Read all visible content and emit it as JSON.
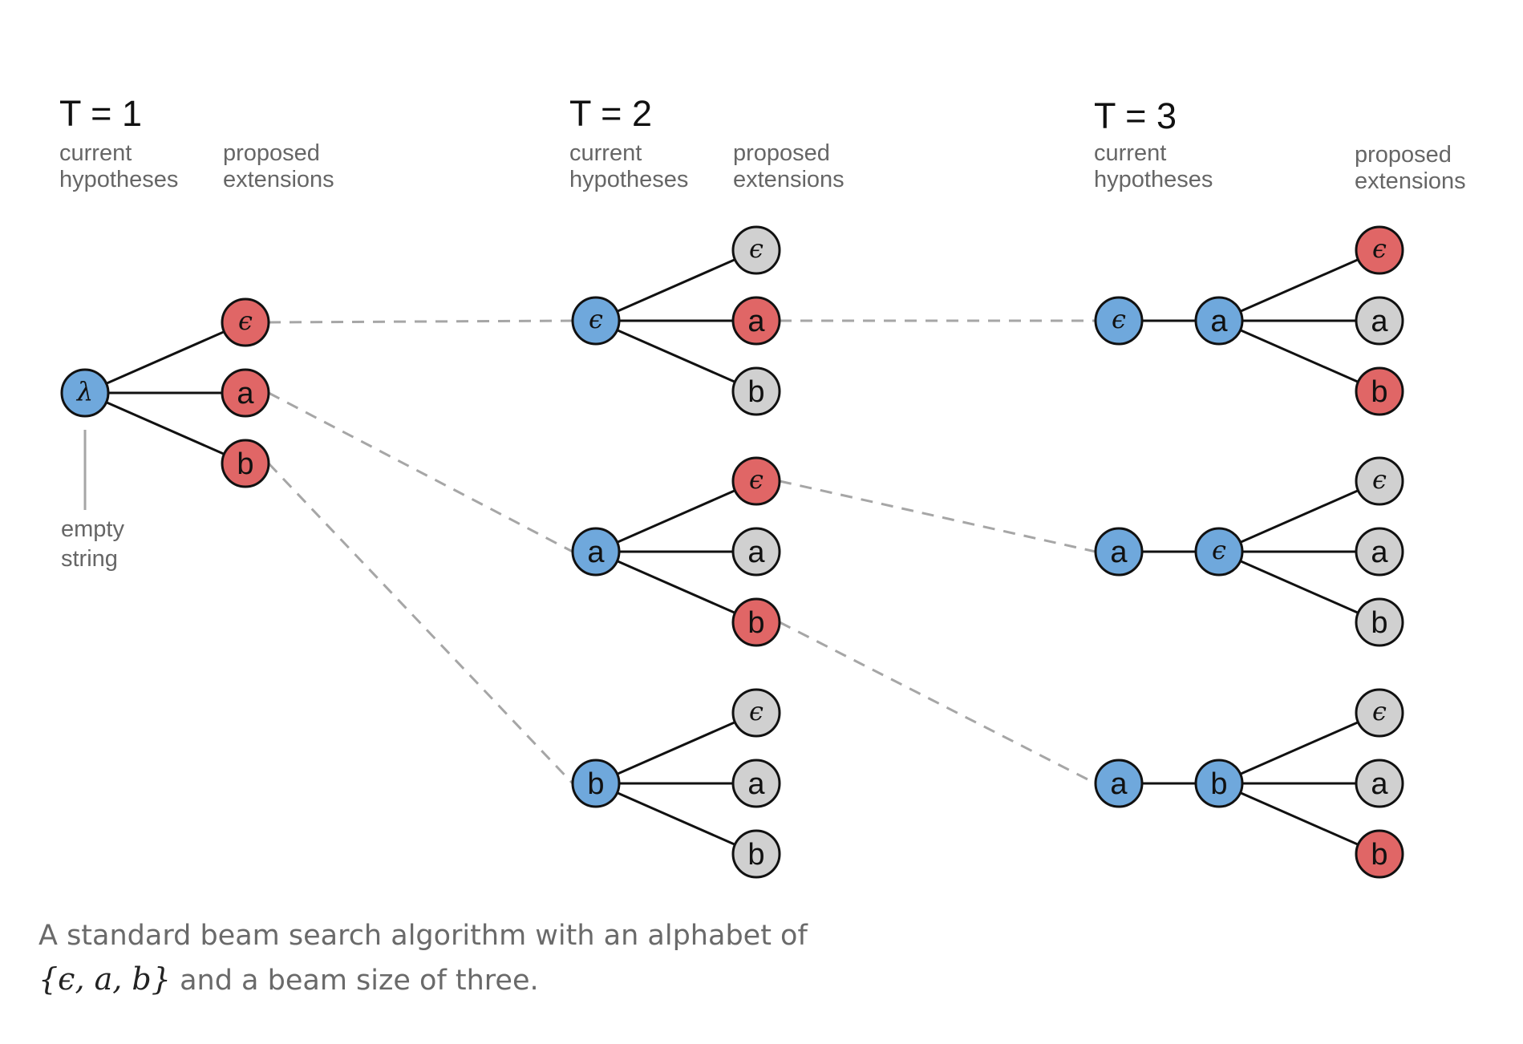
{
  "colors": {
    "current_fill": "#6fa8dc",
    "selected_fill": "#e06666",
    "rejected_fill": "#d0d0d0",
    "edge": "#111111",
    "dashed_link": "#a6a6a6"
  },
  "steps": [
    {
      "title": "T = 1",
      "current_label": [
        "current",
        "hypotheses"
      ],
      "proposed_label": [
        "proposed",
        "extensions"
      ]
    },
    {
      "title": "T = 2",
      "current_label": [
        "current",
        "hypotheses"
      ],
      "proposed_label": [
        "proposed",
        "extensions"
      ]
    },
    {
      "title": "T = 3",
      "current_label": [
        "current",
        "hypotheses"
      ],
      "proposed_label": [
        "proposed",
        "extensions"
      ]
    }
  ],
  "annotation": [
    "empty",
    "string"
  ],
  "trees": [
    {
      "step": 1,
      "prefix": [],
      "root": {
        "label": "λ",
        "math": true
      },
      "extensions": [
        {
          "label": "ϵ",
          "math": true,
          "state": "selected"
        },
        {
          "label": "a",
          "math": false,
          "state": "selected"
        },
        {
          "label": "b",
          "math": false,
          "state": "selected"
        }
      ]
    },
    {
      "step": 2,
      "prefix": [],
      "root": {
        "label": "ϵ",
        "math": true
      },
      "extensions": [
        {
          "label": "ϵ",
          "math": true,
          "state": "rejected"
        },
        {
          "label": "a",
          "math": false,
          "state": "selected"
        },
        {
          "label": "b",
          "math": false,
          "state": "rejected"
        }
      ]
    },
    {
      "step": 2,
      "prefix": [],
      "root": {
        "label": "a",
        "math": false
      },
      "extensions": [
        {
          "label": "ϵ",
          "math": true,
          "state": "selected"
        },
        {
          "label": "a",
          "math": false,
          "state": "rejected"
        },
        {
          "label": "b",
          "math": false,
          "state": "selected"
        }
      ]
    },
    {
      "step": 2,
      "prefix": [],
      "root": {
        "label": "b",
        "math": false
      },
      "extensions": [
        {
          "label": "ϵ",
          "math": true,
          "state": "rejected"
        },
        {
          "label": "a",
          "math": false,
          "state": "rejected"
        },
        {
          "label": "b",
          "math": false,
          "state": "rejected"
        }
      ]
    },
    {
      "step": 3,
      "prefix": [
        {
          "label": "ϵ",
          "math": true
        }
      ],
      "root": {
        "label": "a",
        "math": false
      },
      "extensions": [
        {
          "label": "ϵ",
          "math": true,
          "state": "selected"
        },
        {
          "label": "a",
          "math": false,
          "state": "rejected"
        },
        {
          "label": "b",
          "math": false,
          "state": "selected"
        }
      ]
    },
    {
      "step": 3,
      "prefix": [
        {
          "label": "a",
          "math": false
        }
      ],
      "root": {
        "label": "ϵ",
        "math": true
      },
      "extensions": [
        {
          "label": "ϵ",
          "math": true,
          "state": "rejected"
        },
        {
          "label": "a",
          "math": false,
          "state": "rejected"
        },
        {
          "label": "b",
          "math": false,
          "state": "rejected"
        }
      ]
    },
    {
      "step": 3,
      "prefix": [
        {
          "label": "a",
          "math": false
        }
      ],
      "root": {
        "label": "b",
        "math": false
      },
      "extensions": [
        {
          "label": "ϵ",
          "math": true,
          "state": "rejected"
        },
        {
          "label": "a",
          "math": false,
          "state": "rejected"
        },
        {
          "label": "b",
          "math": false,
          "state": "selected"
        }
      ]
    }
  ],
  "links": [
    {
      "from": [
        0,
        0
      ],
      "to": 1
    },
    {
      "from": [
        0,
        1
      ],
      "to": 2
    },
    {
      "from": [
        0,
        2
      ],
      "to": 3
    },
    {
      "from": [
        1,
        1
      ],
      "to": 4
    },
    {
      "from": [
        2,
        0
      ],
      "to": 5
    },
    {
      "from": [
        2,
        2
      ],
      "to": 6
    }
  ],
  "caption": {
    "line1": "A standard beam search algorithm with an alphabet of",
    "set": "{ϵ, a, b}",
    "line2_rest": "and a beam size of three."
  }
}
